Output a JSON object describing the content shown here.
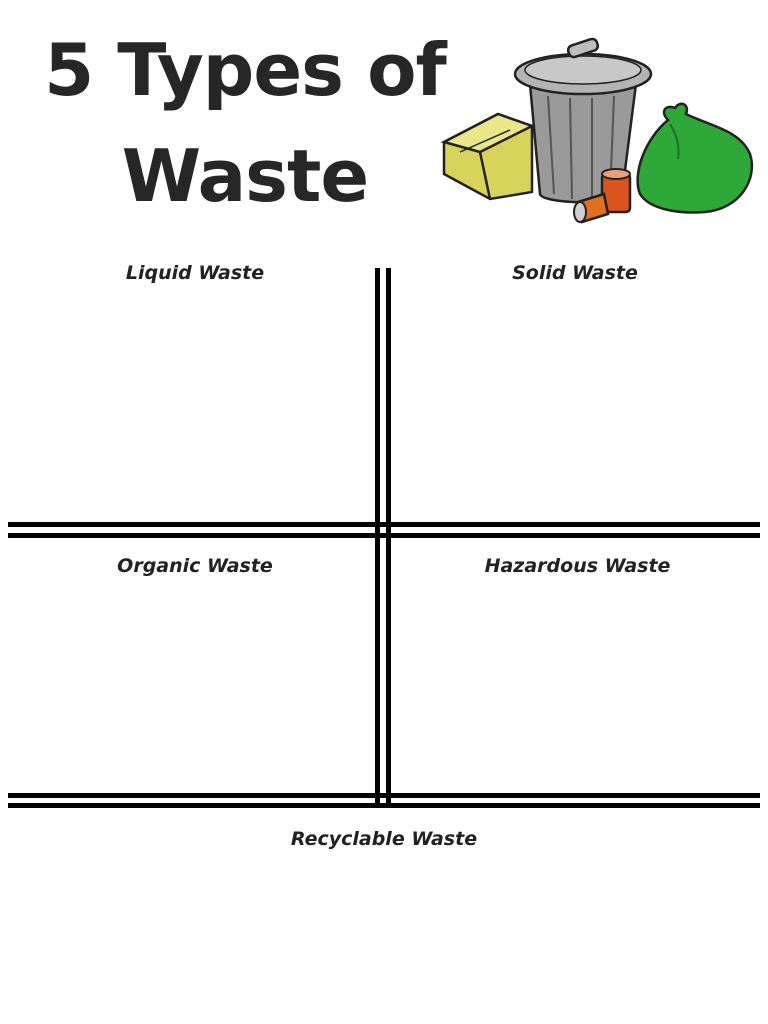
{
  "title": {
    "line1": "5 Types of",
    "line2": "Waste"
  },
  "illustration": {
    "icon": "trash-can-with-waste-icon",
    "colors": {
      "can": "#9a9a9a",
      "box": "#d8d35a",
      "bag": "#2fa83a",
      "can_item": "#d9531e"
    }
  },
  "sections": {
    "liquid": "Liquid Waste",
    "solid": "Solid Waste",
    "organic": "Organic Waste",
    "hazardous": "Hazardous Waste",
    "recyclable": "Recyclable Waste"
  }
}
